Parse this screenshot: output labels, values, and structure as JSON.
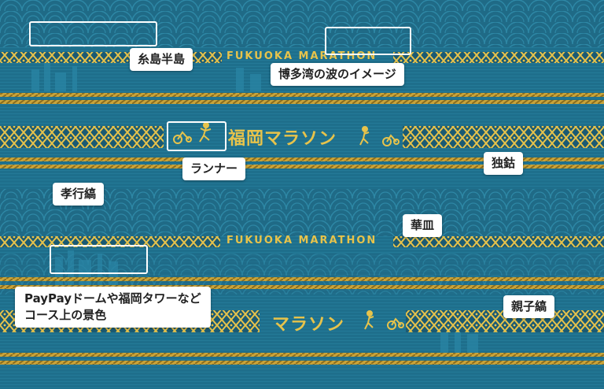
{
  "fabric": {
    "base_color": "#1e6f8c",
    "gold_color": "#e7c34b",
    "embroidery_en": "FUKUOKA MARATHON",
    "embroidery_jp": "福岡マラソン",
    "embroidery_jp_partial": "マラソン"
  },
  "labels": {
    "itoshima": "糸島半島",
    "hakata_bay_waves": "博多湾の波のイメージ",
    "runner": "ランナー",
    "tokko": "独鈷",
    "kokou_stripe": "孝行縞",
    "kasara": "華皿",
    "skyline_line1": "PayPayドームや福岡タワーなど",
    "skyline_line2": "コース上の景色",
    "oyako_stripe": "親子縞"
  }
}
